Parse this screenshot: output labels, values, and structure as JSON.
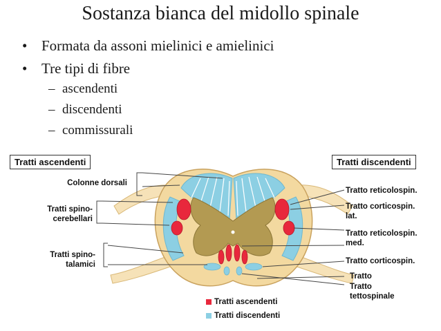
{
  "title": "Sostanza bianca del midollo spinale",
  "bullets": [
    "Formata da assoni mielinici e amielinici",
    "Tre tipi di fibre"
  ],
  "sub_bullets": [
    "ascendenti",
    "discendenti",
    "commissurali"
  ],
  "bullet_glyph": "•",
  "dash_glyph": "–",
  "diagram": {
    "left_header": "Tratti ascendenti",
    "right_header": "Tratti discendenti",
    "left_labels": {
      "dorsal": "Colonne dorsali",
      "spinocerebellar_1": "Tratti spino-",
      "spinocerebellar_2": "cerebellari",
      "spinothalamic_1": "Tratti spino-",
      "spinothalamic_2": "talamici"
    },
    "right_labels": {
      "reticulo_lat": "Tratto reticolospin.",
      "corticospin_lat_1": "Tratto corticospin.",
      "corticospin_lat_2": "lat.",
      "reticulo_med_1": "Tratto reticolospin.",
      "reticulo_med_2": "med.",
      "corticospin": "Tratto corticospin.",
      "tratto_1": "Tratto",
      "tratto_2": "Tratto",
      "tratto_3": "tettospinale"
    },
    "legend": {
      "ascending": "Tratti ascendenti",
      "descending": "Tratti discendenti"
    },
    "colors": {
      "ascending": "#e8283c",
      "descending": "#8ccfe3",
      "white_matter": "#f3d9a0",
      "gray_matter": "#b39a52",
      "nerve": "#f6e2b8"
    }
  }
}
